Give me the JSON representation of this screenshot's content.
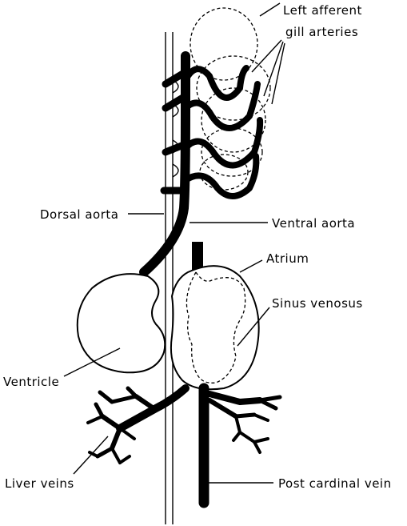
{
  "labels": {
    "left_afferent_1": "Left afferent",
    "left_afferent_2": "gill arteries",
    "dorsal_aorta": "Dorsal aorta",
    "ventral_aorta": "Ventral aorta",
    "atrium": "Atrium",
    "sinus_venosus": "Sinus venosus",
    "ventricle": "Ventricle",
    "liver_veins": "Liver veins",
    "post_cardinal_vein": "Post cardinal vein"
  },
  "colors": {
    "ink": "#000000",
    "background": "#ffffff"
  }
}
